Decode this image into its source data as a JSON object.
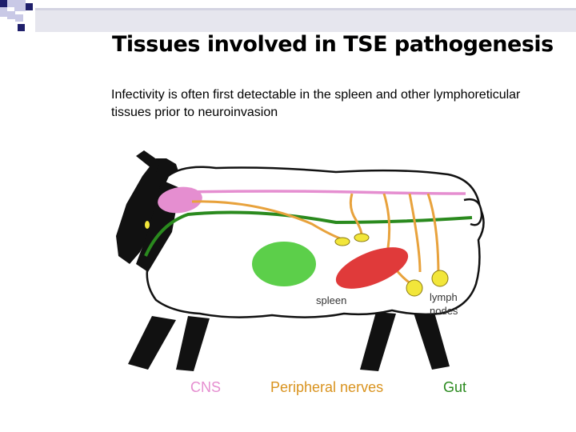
{
  "title": "Tissues involved in TSE pathogenesis",
  "subtitle": "Infectivity is often first detectable in the spleen and other lymphoreticular tissues prior to neuroinvasion",
  "diagram": {
    "spleen_label": "spleen",
    "lymph_label_line1": "lymph",
    "lymph_label_line2": "nodes"
  },
  "legend": {
    "cns": "CNS",
    "peripheral_nerves": "Peripheral nerves",
    "gut": "Gut"
  },
  "colors": {
    "cns": "#e58ed0",
    "peripheral_nerves": "#e8a23c",
    "gut": "#2a8a1e",
    "spleen": "#5ccf4a",
    "red_organ": "#e03a3a",
    "lymph_node": "#f2e63a",
    "decoration_navy": "#1f1f6b",
    "decoration_lavender": "#c9c9e6"
  }
}
